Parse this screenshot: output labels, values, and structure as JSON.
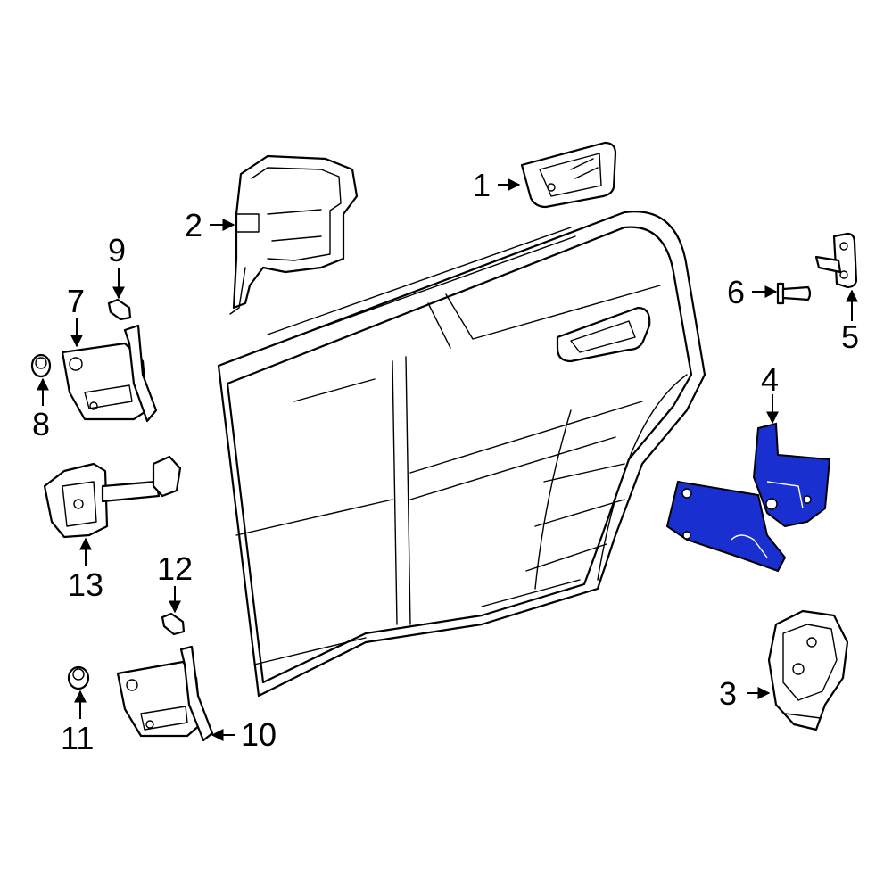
{
  "callouts": [
    {
      "id": "1",
      "label": "1"
    },
    {
      "id": "2",
      "label": "2"
    },
    {
      "id": "3",
      "label": "3"
    },
    {
      "id": "4",
      "label": "4"
    },
    {
      "id": "5",
      "label": "5"
    },
    {
      "id": "6",
      "label": "6"
    },
    {
      "id": "7",
      "label": "7"
    },
    {
      "id": "8",
      "label": "8"
    },
    {
      "id": "9",
      "label": "9"
    },
    {
      "id": "10",
      "label": "10"
    },
    {
      "id": "11",
      "label": "11"
    },
    {
      "id": "12",
      "label": "12"
    },
    {
      "id": "13",
      "label": "13"
    }
  ],
  "colors": {
    "highlight": "#1a2fd0",
    "line": "#000000",
    "background": "#ffffff"
  }
}
